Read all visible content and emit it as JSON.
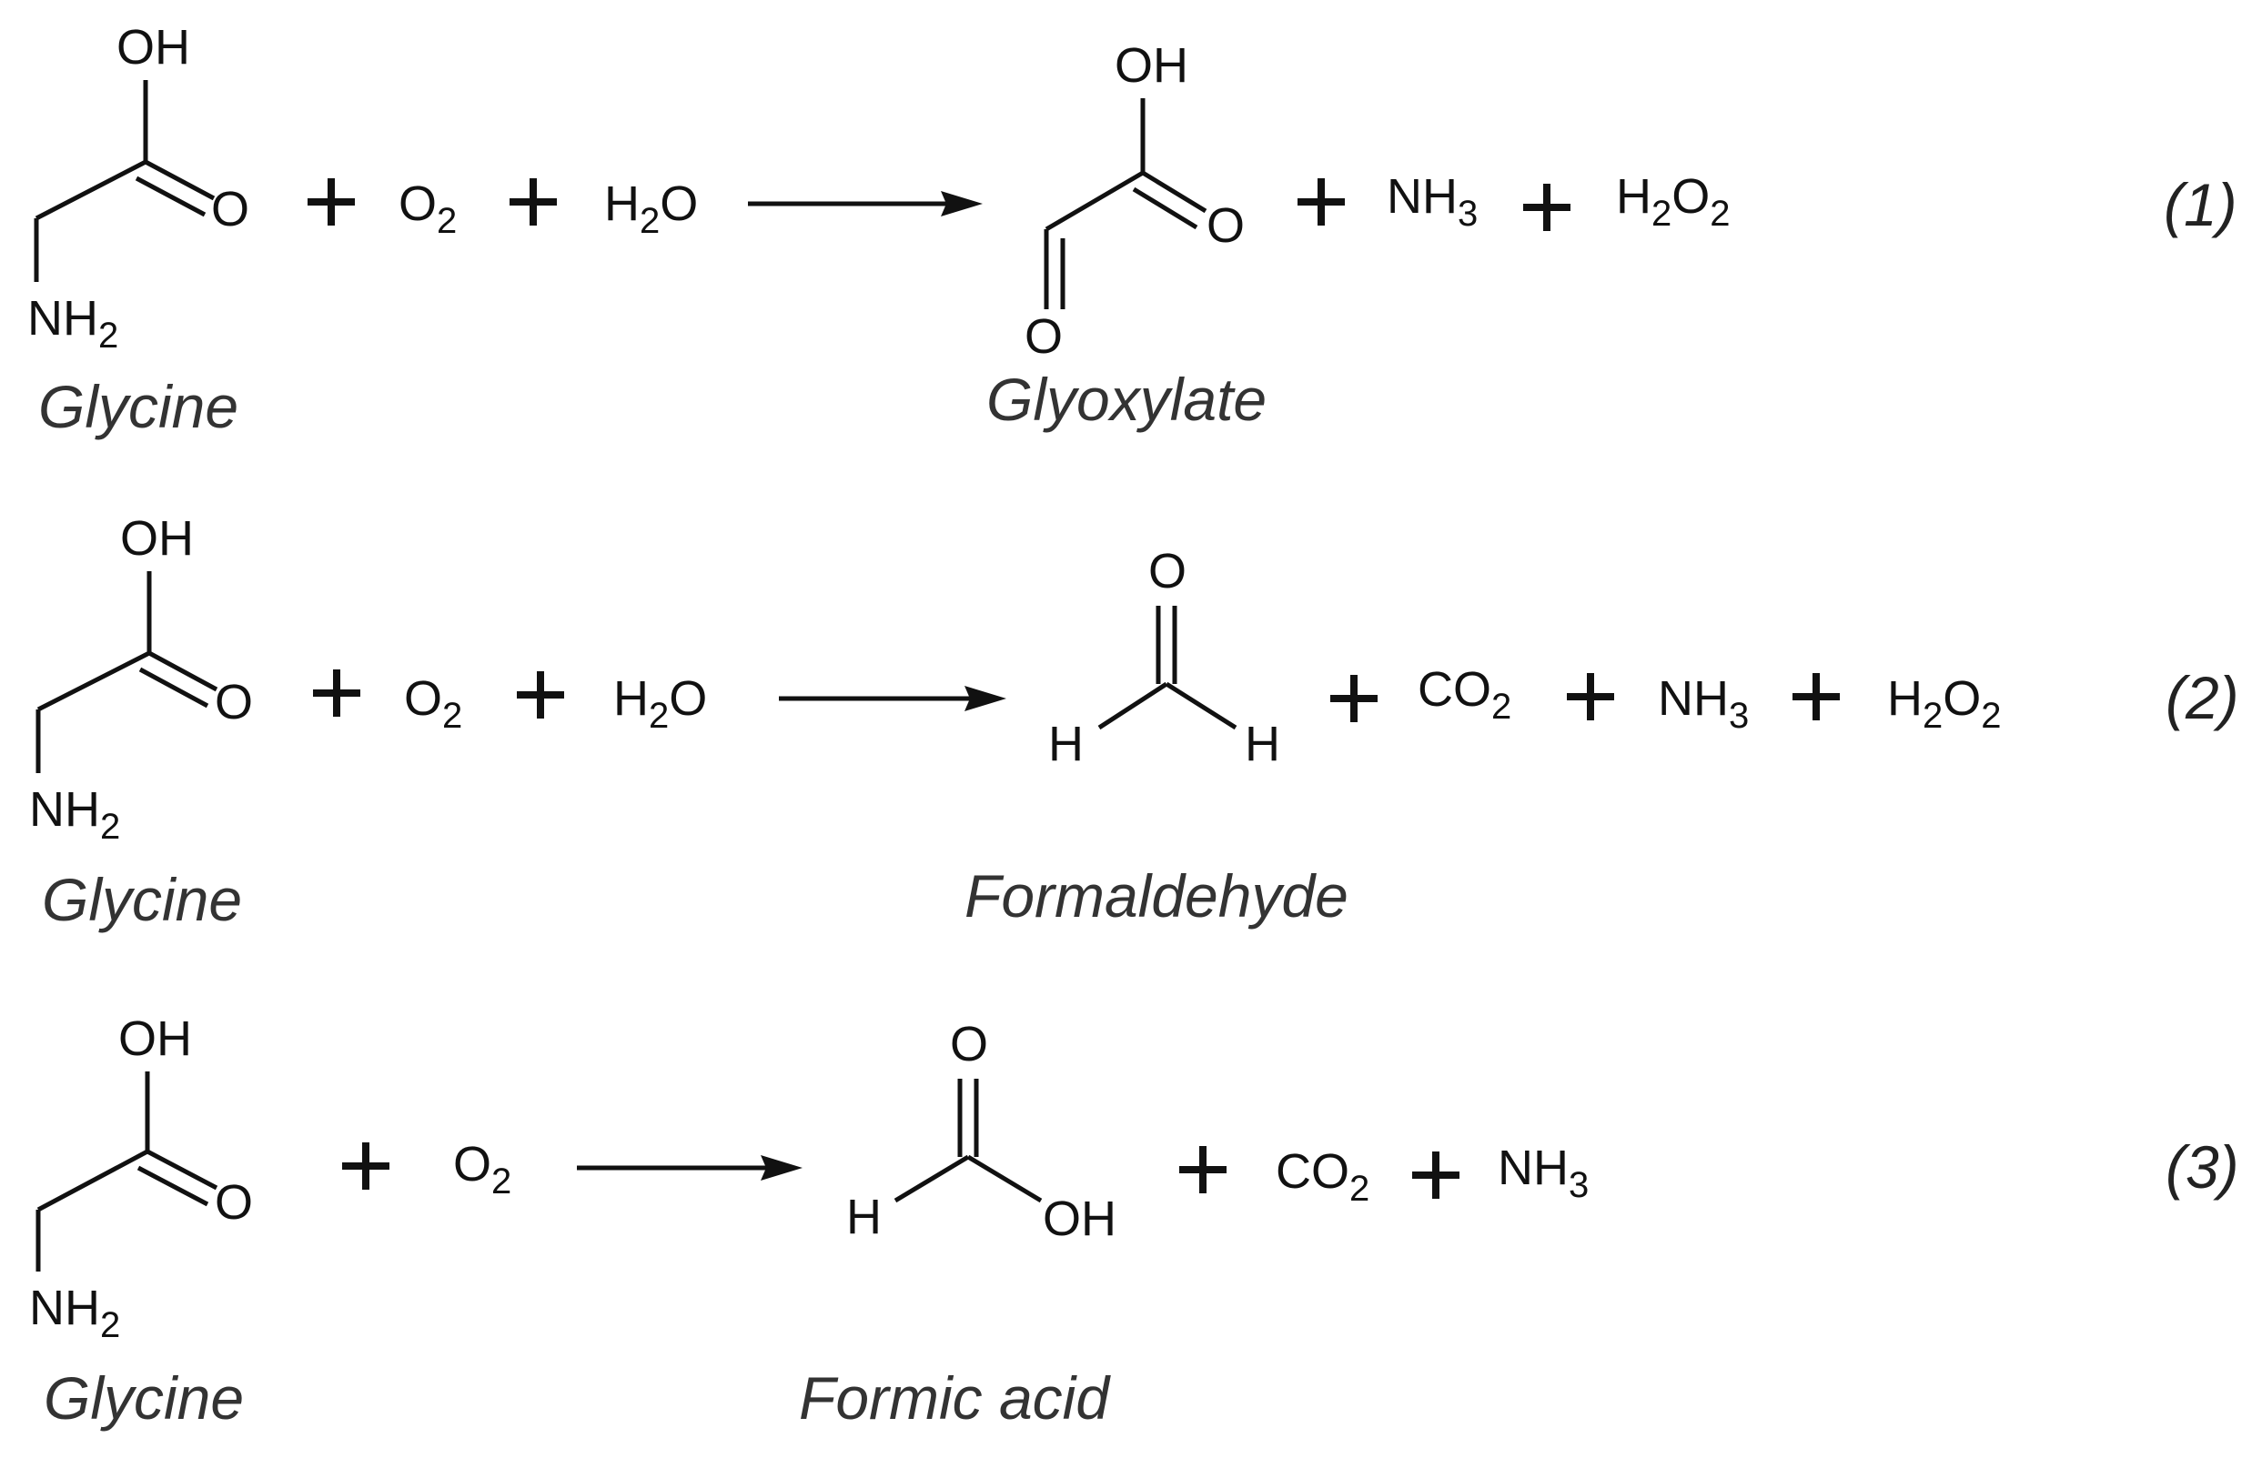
{
  "reactions": [
    {
      "number": "(1)",
      "reactant_name": "Glycine",
      "product_name": "Glyoxylate",
      "co_reactants": [
        "O2",
        "H2O"
      ],
      "co_products": [
        "NH3",
        "H2O2"
      ]
    },
    {
      "number": "(2)",
      "reactant_name": "Glycine",
      "product_name": "Formaldehyde",
      "co_reactants": [
        "O2",
        "H2O"
      ],
      "co_products": [
        "CO2",
        "NH3",
        "H2O2"
      ]
    },
    {
      "number": "(3)",
      "reactant_name": "Glycine",
      "product_name": "Formic acid",
      "co_reactants": [
        "O2"
      ],
      "co_products": [
        "CO2",
        "NH3"
      ]
    }
  ],
  "atoms": {
    "oh": "OH",
    "o": "O",
    "h": "H",
    "n": "NH",
    "n_sub": "2"
  },
  "formulas": {
    "o2": [
      "O",
      "2"
    ],
    "h2o": [
      "H",
      "2",
      "O"
    ],
    "nh3": [
      "NH",
      "3"
    ],
    "h2o2": [
      "H",
      "2",
      "O",
      "2"
    ],
    "co2": [
      "CO",
      "2"
    ]
  },
  "colors": {
    "ink": "#111111",
    "name_text": "#333333"
  }
}
